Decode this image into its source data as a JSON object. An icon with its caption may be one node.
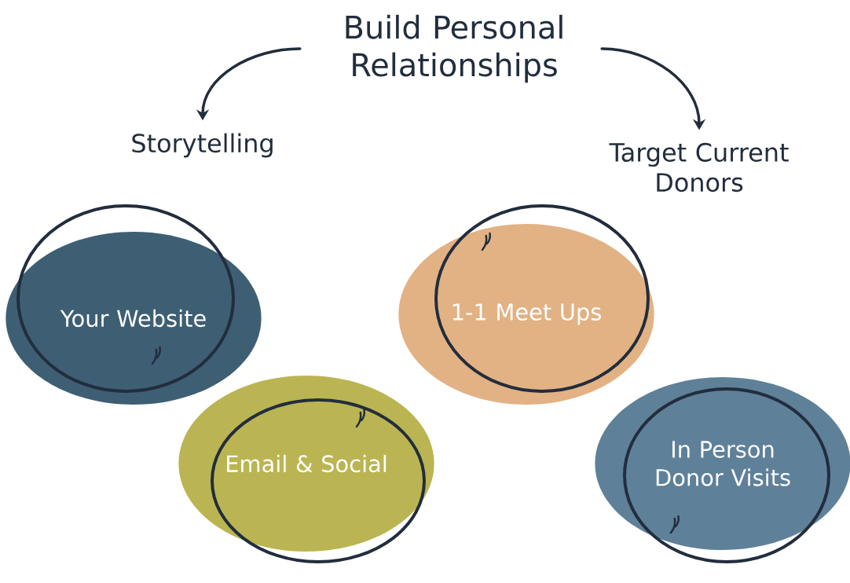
{
  "diagram": {
    "nodes": [
      {
        "text": [
          "Build Personal Relationships"
        ]
      },
      {
        "text": [
          "Storytelling"
        ]
      },
      {
        "text": [
          "Target Current Donors"
        ]
      },
      {
        "text": [
          "Your Website"
        ]
      },
      {
        "text": [
          "Email & Social"
        ]
      },
      {
        "text": [
          "1-1 Meet Ups"
        ]
      },
      {
        "text": [
          "In Person Donor Visits"
        ]
      }
    ],
    "edges": [
      {
        "from": 0,
        "to": 1,
        "arrow": "to"
      },
      {
        "from": 0,
        "to": 2,
        "arrow": "to"
      }
    ]
  }
}
